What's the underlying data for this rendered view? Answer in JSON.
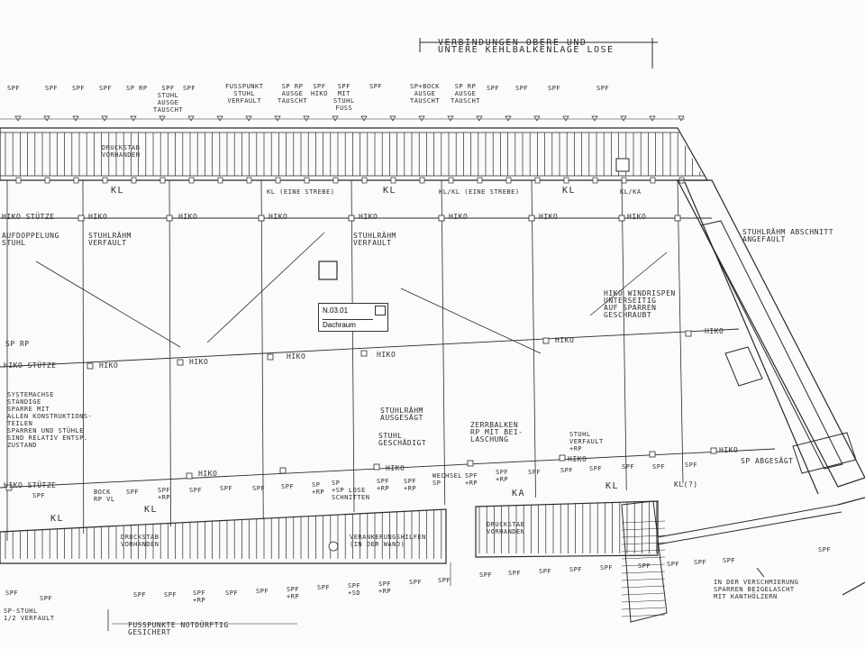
{
  "header": {
    "bracket_note": "VERBINDUNGEN OBERE UND\nUNTERE KEHLBALKENLAGE LOSE"
  },
  "top_notes": [
    "SPF",
    "SPF",
    "SPF",
    "SPF",
    "SP RP",
    "SPF\nSTUHL\nAUSGE\nTAUSCHT",
    "SPF",
    "FUSSPUNKT\nSTUHL\nVERFAULT",
    "SP RP\nAUSGE\nTAUSCHT",
    "SPF\nHIKO",
    "SPF\nMIT\nSTUHL\nFUSS",
    "SPF",
    "SP+BOCK\nAUSGE\nTAUSCHT",
    "SP RP\nAUSGE\nTAUSCHT",
    "SPF",
    "SPF",
    "SPF",
    "SPF"
  ],
  "notes": {
    "druckstab_top": "DRUCKSTAB\nVORHANDEN",
    "kl": "KL",
    "kl_eine_strebe": "KL (EINE STREBE)",
    "kl_kl_eine_strebe": "KL/KL (EINE STREBE)",
    "kl_ka": "KL/KA",
    "hiko_stuetze": "HIKO STÜTZE",
    "hiko": "HIKO",
    "aufdoppelung": "AUFDOPPELUNG\nSTUHL",
    "stuhlraehm_verfault_1": "STUHLRÄHM\nVERFAULT",
    "stuhlraehm_verfault_2": "STUHLRÄHM\nVERFAULT",
    "stuhlraehm_abschnitt": "STUHLRÄHM ABSCHNITT\nANGEFAULT",
    "windrispen": "HIKO WINDRISPEN\nUNTERSEITIG\nAUF SPARREN\nGESCHRAUBT",
    "sp_rp_left": "SP RP",
    "hiko_stuetze_2": "HIKO STÜTZE",
    "systemachse": "SYSTEMACHSE\nSTÄNDIGE\nSPARRE MIT\nALLEN KONSTRUKTIONS-\nTEILEN\nSPARREN UND STÜHLE\nSIND RELATIV ENTSP.\nZUSTAND",
    "stuhlraehm_ausgesaegt": "STUHLRÄHM\nAUSGESÄGT",
    "stuhl_geschaedigt": "STUHL\nGESCHÄDIGT",
    "zerrbalken": "ZERRBALKEN\nRP MIT BEI-\nLASCHUNG",
    "stuhl_verfault": "STUHL\nVERFAULT\n+RP",
    "sp_abgesaegt": "SP ABGESÄGT",
    "hiko_stuetze_3": "HIKO STÜTZE",
    "bock_rp_vl": "BOCK\nRP VL",
    "sp_sp_rp_lose": "SP\n+SP LOSE\nSCHNITTEN",
    "wechsel_sp": "WECHSEL\nSP",
    "ka": "KA",
    "kl_q": "KL(?)",
    "druckstab_bottom_left": "DRUCKSTAB\nVORHANDEN",
    "verankerung": "VERANKERUNGSHILFEN\n(IN DER WAND)",
    "druckstab_bottom_right": "DRUCKSTAB\nVORHANDEN",
    "sp_stuhl_verfault": "SP-STUHL\n1/2 VERFAULT",
    "fusspunkte": "FUSSPUNKTE NOTDÜRFTIG\nGESICHERT",
    "verschmierung": "IN DER VERSCHMIERUNG\nSPARREN BEIGELASCHT\nMIT KANTHÖLZERN",
    "spf": "SPF",
    "spf_rp": "SPF\n+RP",
    "sp_rp": "SP\n+RP",
    "spf_sd": "SPF\n+SD"
  },
  "room_tag": {
    "id": "N.03.01",
    "name": "Dachraum"
  }
}
